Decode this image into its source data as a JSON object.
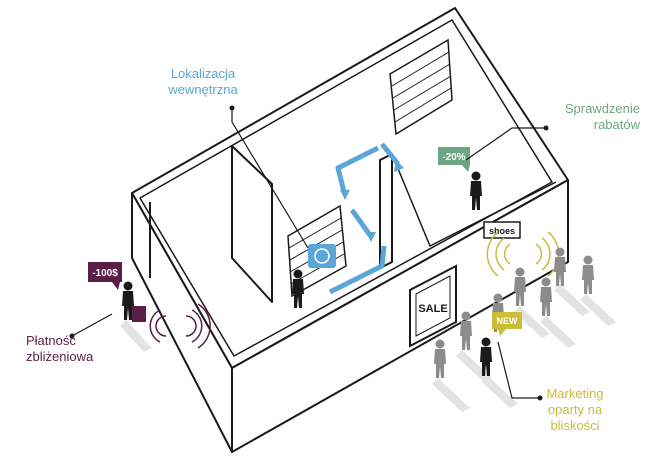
{
  "labels": {
    "indoor_location": "Lokalizacja\nwewnętrzna",
    "discount_check": "Sprawdzenie\nrabatów",
    "contactless_payment": "Płatność\nzbliżeniowa",
    "proximity_marketing": "Marketing\noparty na\nbliskości"
  },
  "badges": {
    "discount": "-20%",
    "payment": "-100$",
    "new": "NEW"
  },
  "signs": {
    "shoes": "shoes",
    "sale": "SALE"
  },
  "colors": {
    "indoor_location": "#5aa6d6",
    "discount_check": "#6fa584",
    "contactless_payment": "#5b1e45",
    "proximity_marketing": "#c9bd3a",
    "outline": "#1a1a1a",
    "person_gray": "#8c8c8c",
    "shadow": "#e3e3e3"
  }
}
